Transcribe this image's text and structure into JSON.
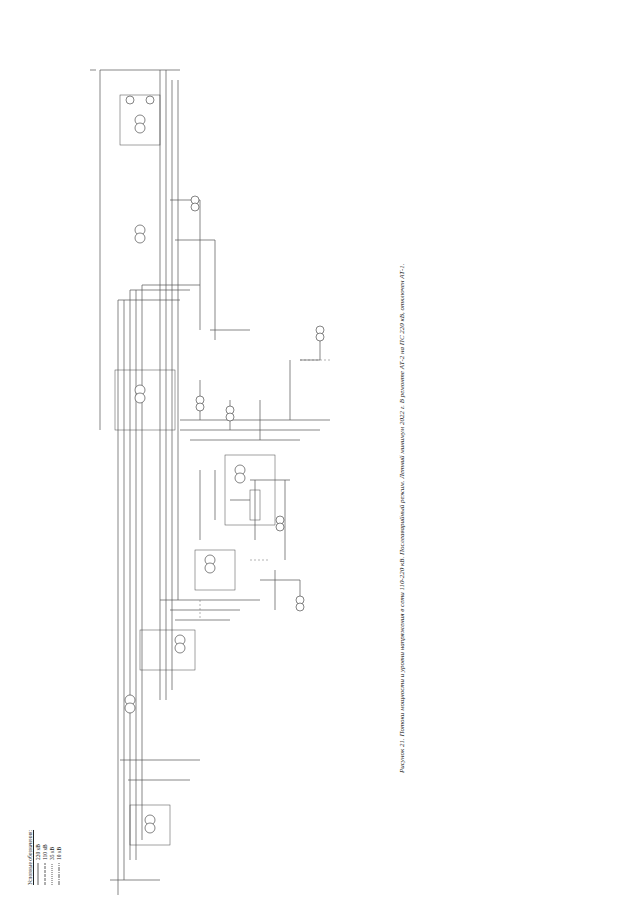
{
  "diagram": {
    "caption": "Рисунок 21. Потоки мощности и уровни напряжения в сети 110-220 кВ. Послеаварийный режим. Летний минимум 2022 г. В ремонте АТ-2 на ПС 220 кВ, отключен АТ-1.",
    "labels": [
      "Условные обозначения:"
    ],
    "legend": [
      {
        "text": "220 кВ"
      },
      {
        "text": "110 кВ"
      },
      {
        "text": "35 кВ"
      },
      {
        "text": "10 кВ"
      }
    ]
  }
}
